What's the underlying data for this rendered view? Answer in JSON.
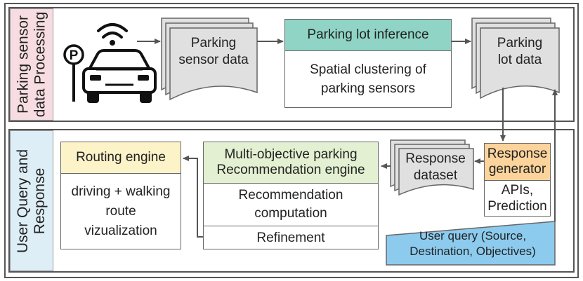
{
  "sections": {
    "top_label": "Parking sensor\ndata Processing",
    "bottom_label": "User Query and\nResponse"
  },
  "nodes": {
    "parking_sensor_data": "Parking\nsensor data",
    "parking_lot_inference": {
      "title": "Parking lot inference",
      "body": "Spatial clustering of\nparking sensors"
    },
    "parking_lot_data": "Parking\nlot data",
    "response_generator": {
      "title": "Response\ngenerator",
      "body": "APIs,\nPrediction"
    },
    "response_dataset": "Response\ndataset",
    "recommendation_engine": {
      "title": "Multi-objective parking\nRecommendation engine",
      "computation": "Recommendation\ncomputation",
      "refinement": "Refinement"
    },
    "routing_engine": {
      "title": "Routing engine",
      "body": "driving + walking\nroute\nvizualization"
    },
    "user_query": "User query (Source,\nDestination, Objectives)"
  },
  "icon": {
    "name": "car-parking-sensor-icon",
    "sign_letter": "P"
  },
  "colors": {
    "top_label_bg": "#f7dde2",
    "bottom_label_bg": "#ddeef7",
    "inference_header": "#8fd4c4",
    "response_generator_header": "#fcd49b",
    "recommendation_header": "#e3f0d2",
    "routing_header": "#fdf3c8",
    "user_query_bg": "#8ccbee",
    "document_fill": "#e0e0e0"
  }
}
